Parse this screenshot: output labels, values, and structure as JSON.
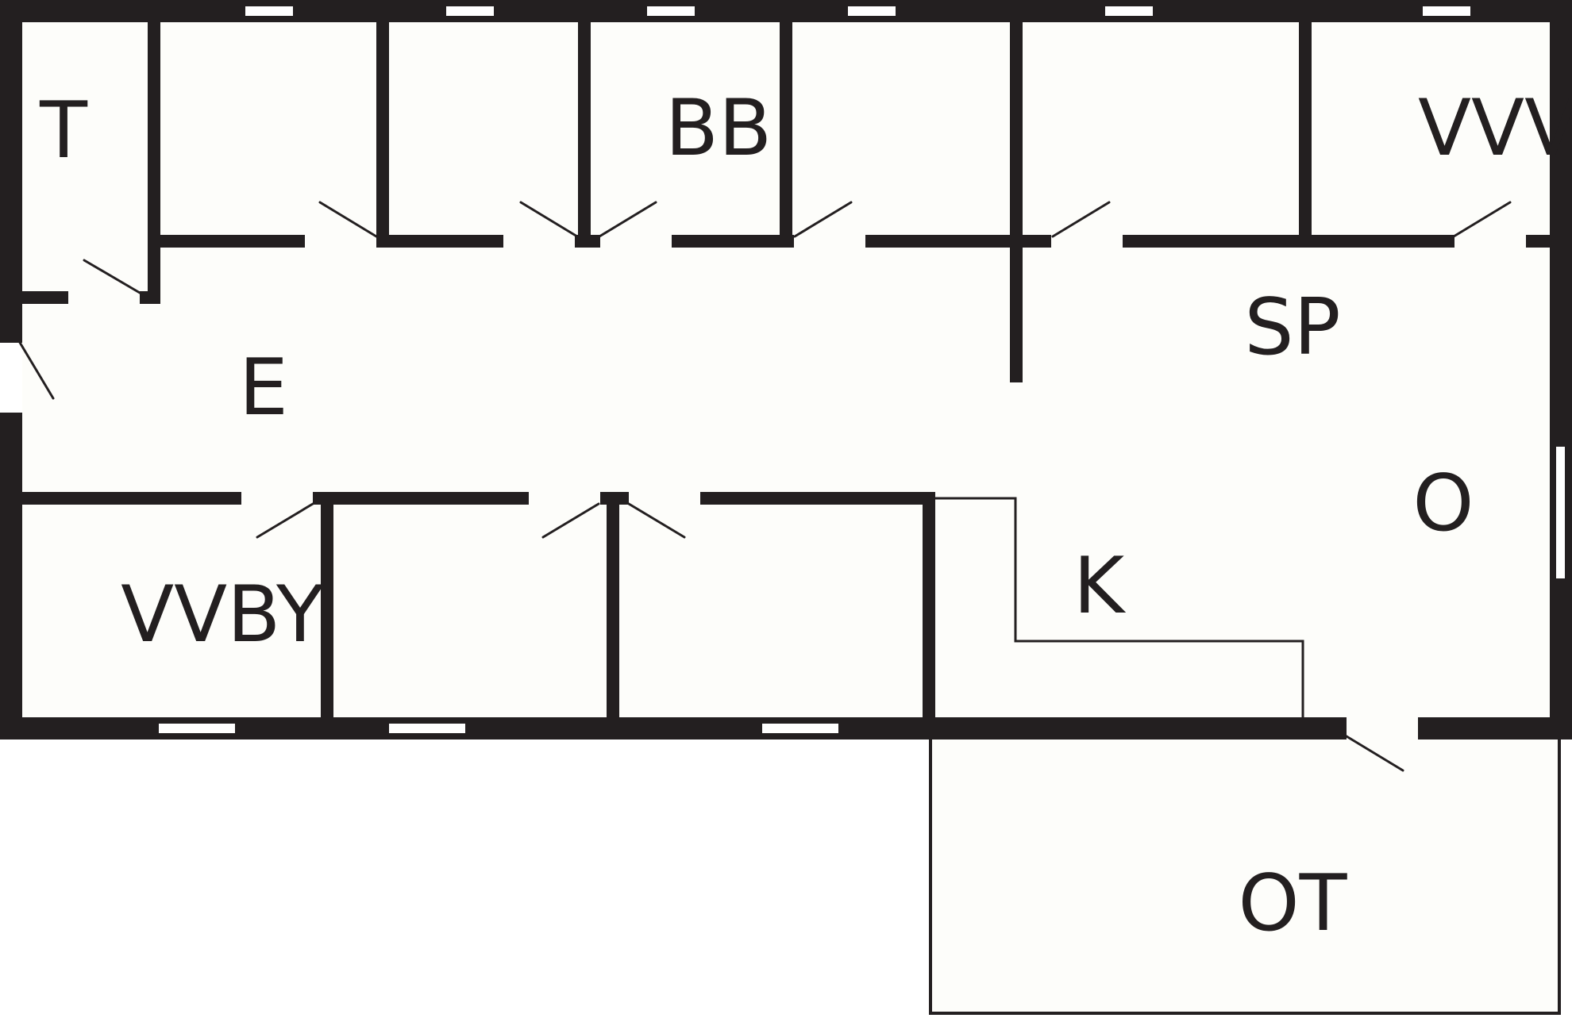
{
  "plan": {
    "colors": {
      "background": "#ffffff",
      "floor": "#fdfdfa",
      "wall": "#231f20",
      "opening": "#ffffff"
    },
    "rooms": [
      {
        "id": "t",
        "label": "T"
      },
      {
        "id": "bb",
        "label": "BB"
      },
      {
        "id": "vvv",
        "label": "VVV"
      },
      {
        "id": "sp",
        "label": "SP"
      },
      {
        "id": "e",
        "label": "E"
      },
      {
        "id": "o",
        "label": "O"
      },
      {
        "id": "k",
        "label": "K"
      },
      {
        "id": "vvby",
        "label": "VVBY"
      },
      {
        "id": "ot",
        "label": "OT"
      }
    ]
  }
}
